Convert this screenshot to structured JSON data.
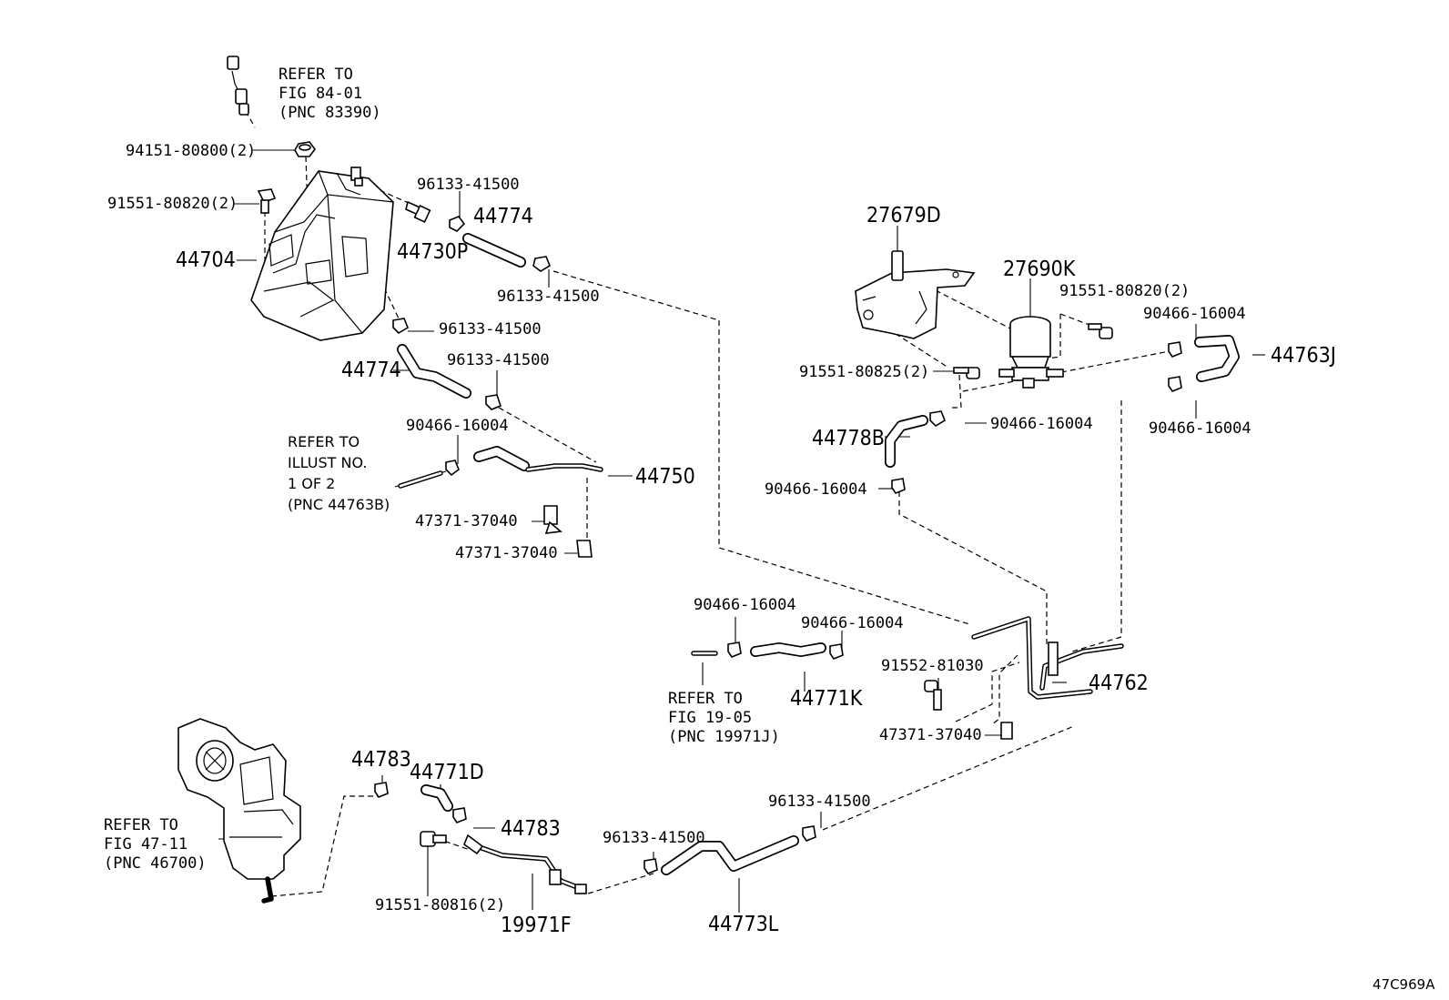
{
  "labels": {
    "p94151": "94151-80800(2)",
    "p91551a": "91551-80820(2)",
    "p44704": "44704",
    "p96133a": "96133-41500",
    "p44774a": "44774",
    "p44730P": "44730P",
    "p96133b": "96133-41500",
    "p96133c": "96133-41500",
    "p44774b": "44774",
    "p96133d": "96133-41500",
    "p90466a": "90466-16004",
    "p44750": "44750",
    "p47371a": "47371-37040",
    "p47371b": "47371-37040",
    "p27679D": "27679D",
    "p27690K": "27690K",
    "p91551b": "91551-80820(2)",
    "p90466b": "90466-16004",
    "p44763J": "44763J",
    "p91551c": "91551-80825(2)",
    "p90466c": "90466-16004",
    "p90466d": "90466-16004",
    "p44778B": "44778B",
    "p90466e": "90466-16004",
    "p90466f": "90466-16004",
    "p90466g": "90466-16004",
    "p91552": "91552-81030",
    "p44762": "44762",
    "p44771K": "44771K",
    "p47371c": "47371-37040",
    "p44783a": "44783",
    "p44771D": "44771D",
    "p44783b": "44783",
    "p96133e": "96133-41500",
    "p96133f": "96133-41500",
    "p91551d": "91551-80816(2)",
    "p19971F": "19971F",
    "p44773L": "44773L",
    "diagram_code": "47C969A"
  },
  "refs": {
    "fig84": [
      "REFER TO",
      "FIG 84-01",
      "(PNC 83390)"
    ],
    "illust": [
      "REFER TO",
      "ILLUST NO.",
      "1 OF 2",
      "(PNC 44763B)"
    ],
    "fig19": [
      "REFER TO",
      "FIG 19-05",
      "(PNC 19971J)"
    ],
    "fig47": [
      "REFER TO",
      "FIG 47-11",
      "(PNC 46700)"
    ]
  }
}
